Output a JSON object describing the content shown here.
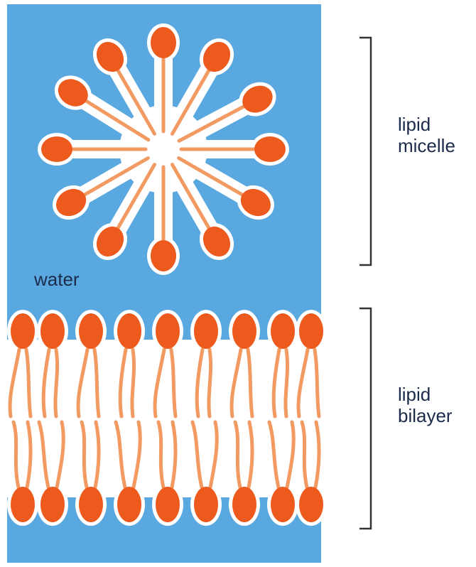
{
  "labels": {
    "water": "water",
    "micelle_line1": "lipid",
    "micelle_line2": "micelle",
    "bilayer_line1": "lipid",
    "bilayer_line2": "bilayer"
  },
  "colors": {
    "water": "#5aa8e0",
    "head": "#ec5a1e",
    "tail": "#f29a62",
    "core": "#ffffff",
    "bracket": "#333333",
    "text": "#1d2b4a"
  }
}
